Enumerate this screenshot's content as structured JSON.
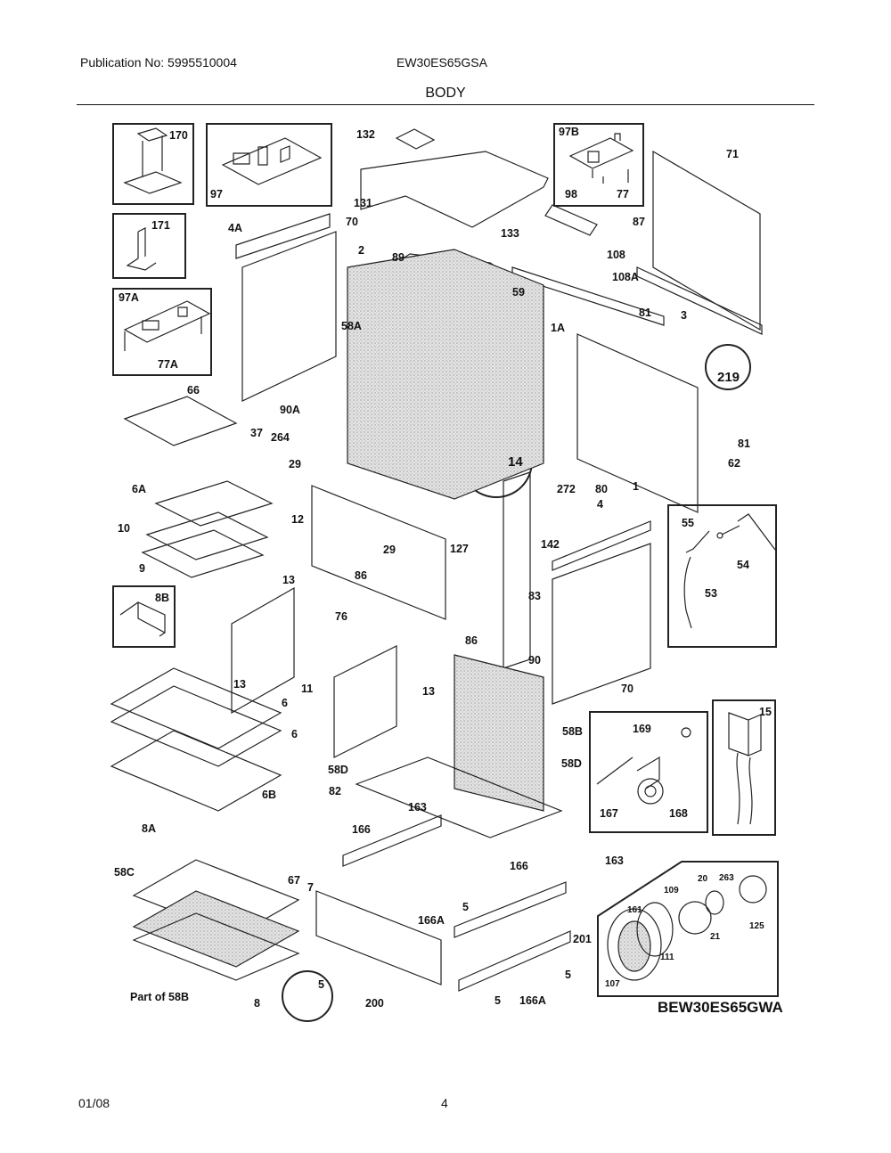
{
  "header": {
    "publication": "Publication No: 5995510004",
    "model": "EW30ES65GSA",
    "section_title": "BODY"
  },
  "footer": {
    "date": "01/08",
    "page_number": "4"
  },
  "diagram": {
    "model_code": "BEW30ES65GWA",
    "callouts": [
      {
        "id": "170",
        "text": "170"
      },
      {
        "id": "97",
        "text": "97"
      },
      {
        "id": "171",
        "text": "171"
      },
      {
        "id": "97A",
        "text": "97A"
      },
      {
        "id": "77A",
        "text": "77A"
      },
      {
        "id": "4A",
        "text": "4A"
      },
      {
        "id": "70a",
        "text": "70"
      },
      {
        "id": "132",
        "text": "132"
      },
      {
        "id": "131",
        "text": "131"
      },
      {
        "id": "133",
        "text": "133"
      },
      {
        "id": "2",
        "text": "2"
      },
      {
        "id": "89",
        "text": "89"
      },
      {
        "id": "59",
        "text": "59"
      },
      {
        "id": "58A",
        "text": "58A"
      },
      {
        "id": "1A",
        "text": "1A"
      },
      {
        "id": "97B",
        "text": "97B"
      },
      {
        "id": "98",
        "text": "98"
      },
      {
        "id": "77",
        "text": "77"
      },
      {
        "id": "71",
        "text": "71"
      },
      {
        "id": "108",
        "text": "108"
      },
      {
        "id": "108A",
        "text": "108A"
      },
      {
        "id": "87",
        "text": "87"
      },
      {
        "id": "81a",
        "text": "81"
      },
      {
        "id": "3",
        "text": "3"
      },
      {
        "id": "219",
        "text": "219"
      },
      {
        "id": "66",
        "text": "66"
      },
      {
        "id": "90A",
        "text": "90A"
      },
      {
        "id": "37",
        "text": "37"
      },
      {
        "id": "264",
        "text": "264"
      },
      {
        "id": "29a",
        "text": "29"
      },
      {
        "id": "12",
        "text": "12"
      },
      {
        "id": "14",
        "text": "14"
      },
      {
        "id": "6A",
        "text": "6A"
      },
      {
        "id": "10",
        "text": "10"
      },
      {
        "id": "9",
        "text": "9"
      },
      {
        "id": "29b",
        "text": "29"
      },
      {
        "id": "127",
        "text": "127"
      },
      {
        "id": "86a",
        "text": "86"
      },
      {
        "id": "76",
        "text": "76"
      },
      {
        "id": "86b",
        "text": "86"
      },
      {
        "id": "13a",
        "text": "13"
      },
      {
        "id": "8B",
        "text": "8B"
      },
      {
        "id": "13b",
        "text": "13"
      },
      {
        "id": "11",
        "text": "11"
      },
      {
        "id": "13c",
        "text": "13"
      },
      {
        "id": "272",
        "text": "272"
      },
      {
        "id": "80",
        "text": "80"
      },
      {
        "id": "1",
        "text": "1"
      },
      {
        "id": "81b",
        "text": "81"
      },
      {
        "id": "62",
        "text": "62"
      },
      {
        "id": "4",
        "text": "4"
      },
      {
        "id": "142",
        "text": "142"
      },
      {
        "id": "83",
        "text": "83"
      },
      {
        "id": "90",
        "text": "90"
      },
      {
        "id": "70b",
        "text": "70"
      },
      {
        "id": "55",
        "text": "55"
      },
      {
        "id": "54",
        "text": "54"
      },
      {
        "id": "53",
        "text": "53"
      },
      {
        "id": "6a",
        "text": "6"
      },
      {
        "id": "6b",
        "text": "6"
      },
      {
        "id": "6B",
        "text": "6B"
      },
      {
        "id": "58B",
        "text": "58B"
      },
      {
        "id": "58Da",
        "text": "58D"
      },
      {
        "id": "58Db",
        "text": "58D"
      },
      {
        "id": "82",
        "text": "82"
      },
      {
        "id": "163a",
        "text": "163"
      },
      {
        "id": "166a",
        "text": "166"
      },
      {
        "id": "169",
        "text": "169"
      },
      {
        "id": "167",
        "text": "167"
      },
      {
        "id": "168",
        "text": "168"
      },
      {
        "id": "15",
        "text": "15"
      },
      {
        "id": "163b",
        "text": "163"
      },
      {
        "id": "8A",
        "text": "8A"
      },
      {
        "id": "58C",
        "text": "58C"
      },
      {
        "id": "67",
        "text": "67"
      },
      {
        "id": "7",
        "text": "7"
      },
      {
        "id": "166b",
        "text": "166"
      },
      {
        "id": "5a",
        "text": "5"
      },
      {
        "id": "166Aa",
        "text": "166A"
      },
      {
        "id": "201",
        "text": "201"
      },
      {
        "id": "5b",
        "text": "5"
      },
      {
        "id": "5c",
        "text": "5"
      },
      {
        "id": "5d",
        "text": "5"
      },
      {
        "id": "200",
        "text": "200"
      },
      {
        "id": "166Ab",
        "text": "166A"
      },
      {
        "id": "part58B",
        "text": "Part of 58B"
      },
      {
        "id": "8",
        "text": "8"
      },
      {
        "id": "109",
        "text": "109"
      },
      {
        "id": "20",
        "text": "20"
      },
      {
        "id": "263",
        "text": "263"
      },
      {
        "id": "161",
        "text": "161"
      },
      {
        "id": "125",
        "text": "125"
      },
      {
        "id": "21",
        "text": "21"
      },
      {
        "id": "111",
        "text": "111"
      },
      {
        "id": "107",
        "text": "107"
      }
    ]
  }
}
